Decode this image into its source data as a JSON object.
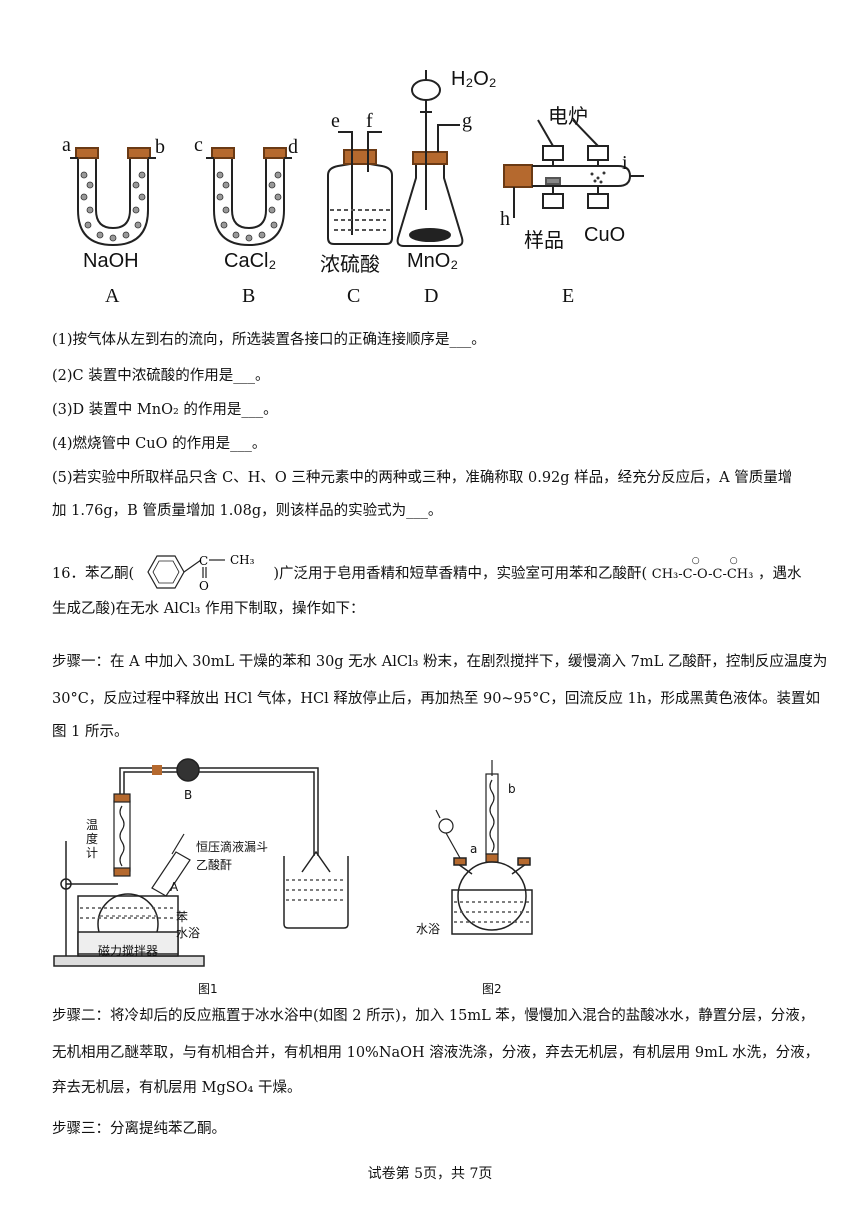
{
  "figure_top": {
    "apparatus": [
      {
        "letter": "A",
        "reagent": "NaOH",
        "ports": [
          "a",
          "b"
        ]
      },
      {
        "letter": "B",
        "reagent": "CaCl₂",
        "ports": [
          "c",
          "d"
        ]
      },
      {
        "letter": "C",
        "reagent": "浓硫酸",
        "ports": [
          "e",
          "f"
        ]
      },
      {
        "letter": "D",
        "reagent": "MnO₂",
        "ports": [
          "g"
        ],
        "top_reagent": "H₂O₂"
      },
      {
        "letter": "E",
        "ports": [
          "h",
          "i"
        ],
        "labels": [
          "电炉",
          "样品",
          "CuO"
        ]
      }
    ]
  },
  "questions": [
    "(1)按气体从左到右的流向，所选装置各接口的正确连接顺序是___。",
    "(2)C 装置中浓硫酸的作用是___。",
    "(3)D 装置中 MnO₂ 的作用是___。",
    "(4)燃烧管中 CuO 的作用是___。",
    "(5)若实验中所取样品只含 C、H、O 三种元素中的两种或三种，准确称取 0.92g 样品，经充分反应后，A 管质量增",
    "加 1.76g，B 管质量增加 1.08g，则该样品的实验式为___。"
  ],
  "q16": {
    "prefix": "16．苯乙酮(",
    "middle": ")广泛用于皂用香精和短草香精中，实验室可用苯和乙酸酐(",
    "anhydride": "CH₃-C-O-C-CH₃",
    "suffix": "，遇水",
    "line2": "生成乙酸)在无水 AlCl₃ 作用下制取，操作如下：",
    "struct_ch3": "CH₃",
    "struct_o": "O"
  },
  "step1": [
    "步骤一：在 A 中加入 30mL 干燥的苯和 30g 无水 AlCl₃ 粉末，在剧烈搅拌下，缓慢滴入 7mL 乙酸酐，控制反应温度为",
    "30°C，反应过程中释放出 HCl 气体，HCl 释放停止后，再加热至 90~95°C，回流反应 1h，形成黑黄色液体。装置如",
    "图 1 所示。"
  ],
  "figure_mid": {
    "fig1_labels": [
      "温",
      "度",
      "计",
      "B",
      "恒压滴液漏斗",
      "乙酸酐",
      "A",
      "苯",
      "水浴",
      "磁力搅拌器"
    ],
    "fig1_caption": "图1",
    "fig2_labels": [
      "b",
      "a",
      "水浴"
    ],
    "fig2_caption": "图2"
  },
  "step2": [
    "步骤二：将冷却后的反应瓶置于冰水浴中(如图 2 所示)，加入 15mL 苯，慢慢加入混合的盐酸冰水，静置分层，分液，",
    "无机相用乙醚萃取，与有机相合并，有机相用 10%NaOH 溶液洗涤，分液，弃去无机层，有机层用 9mL 水洗，分液，",
    "弃去无机层，有机层用 MgSO₄ 干燥。"
  ],
  "step3": "步骤三：分离提纯苯乙酮。",
  "footer": "试卷第 5页，共 7页"
}
